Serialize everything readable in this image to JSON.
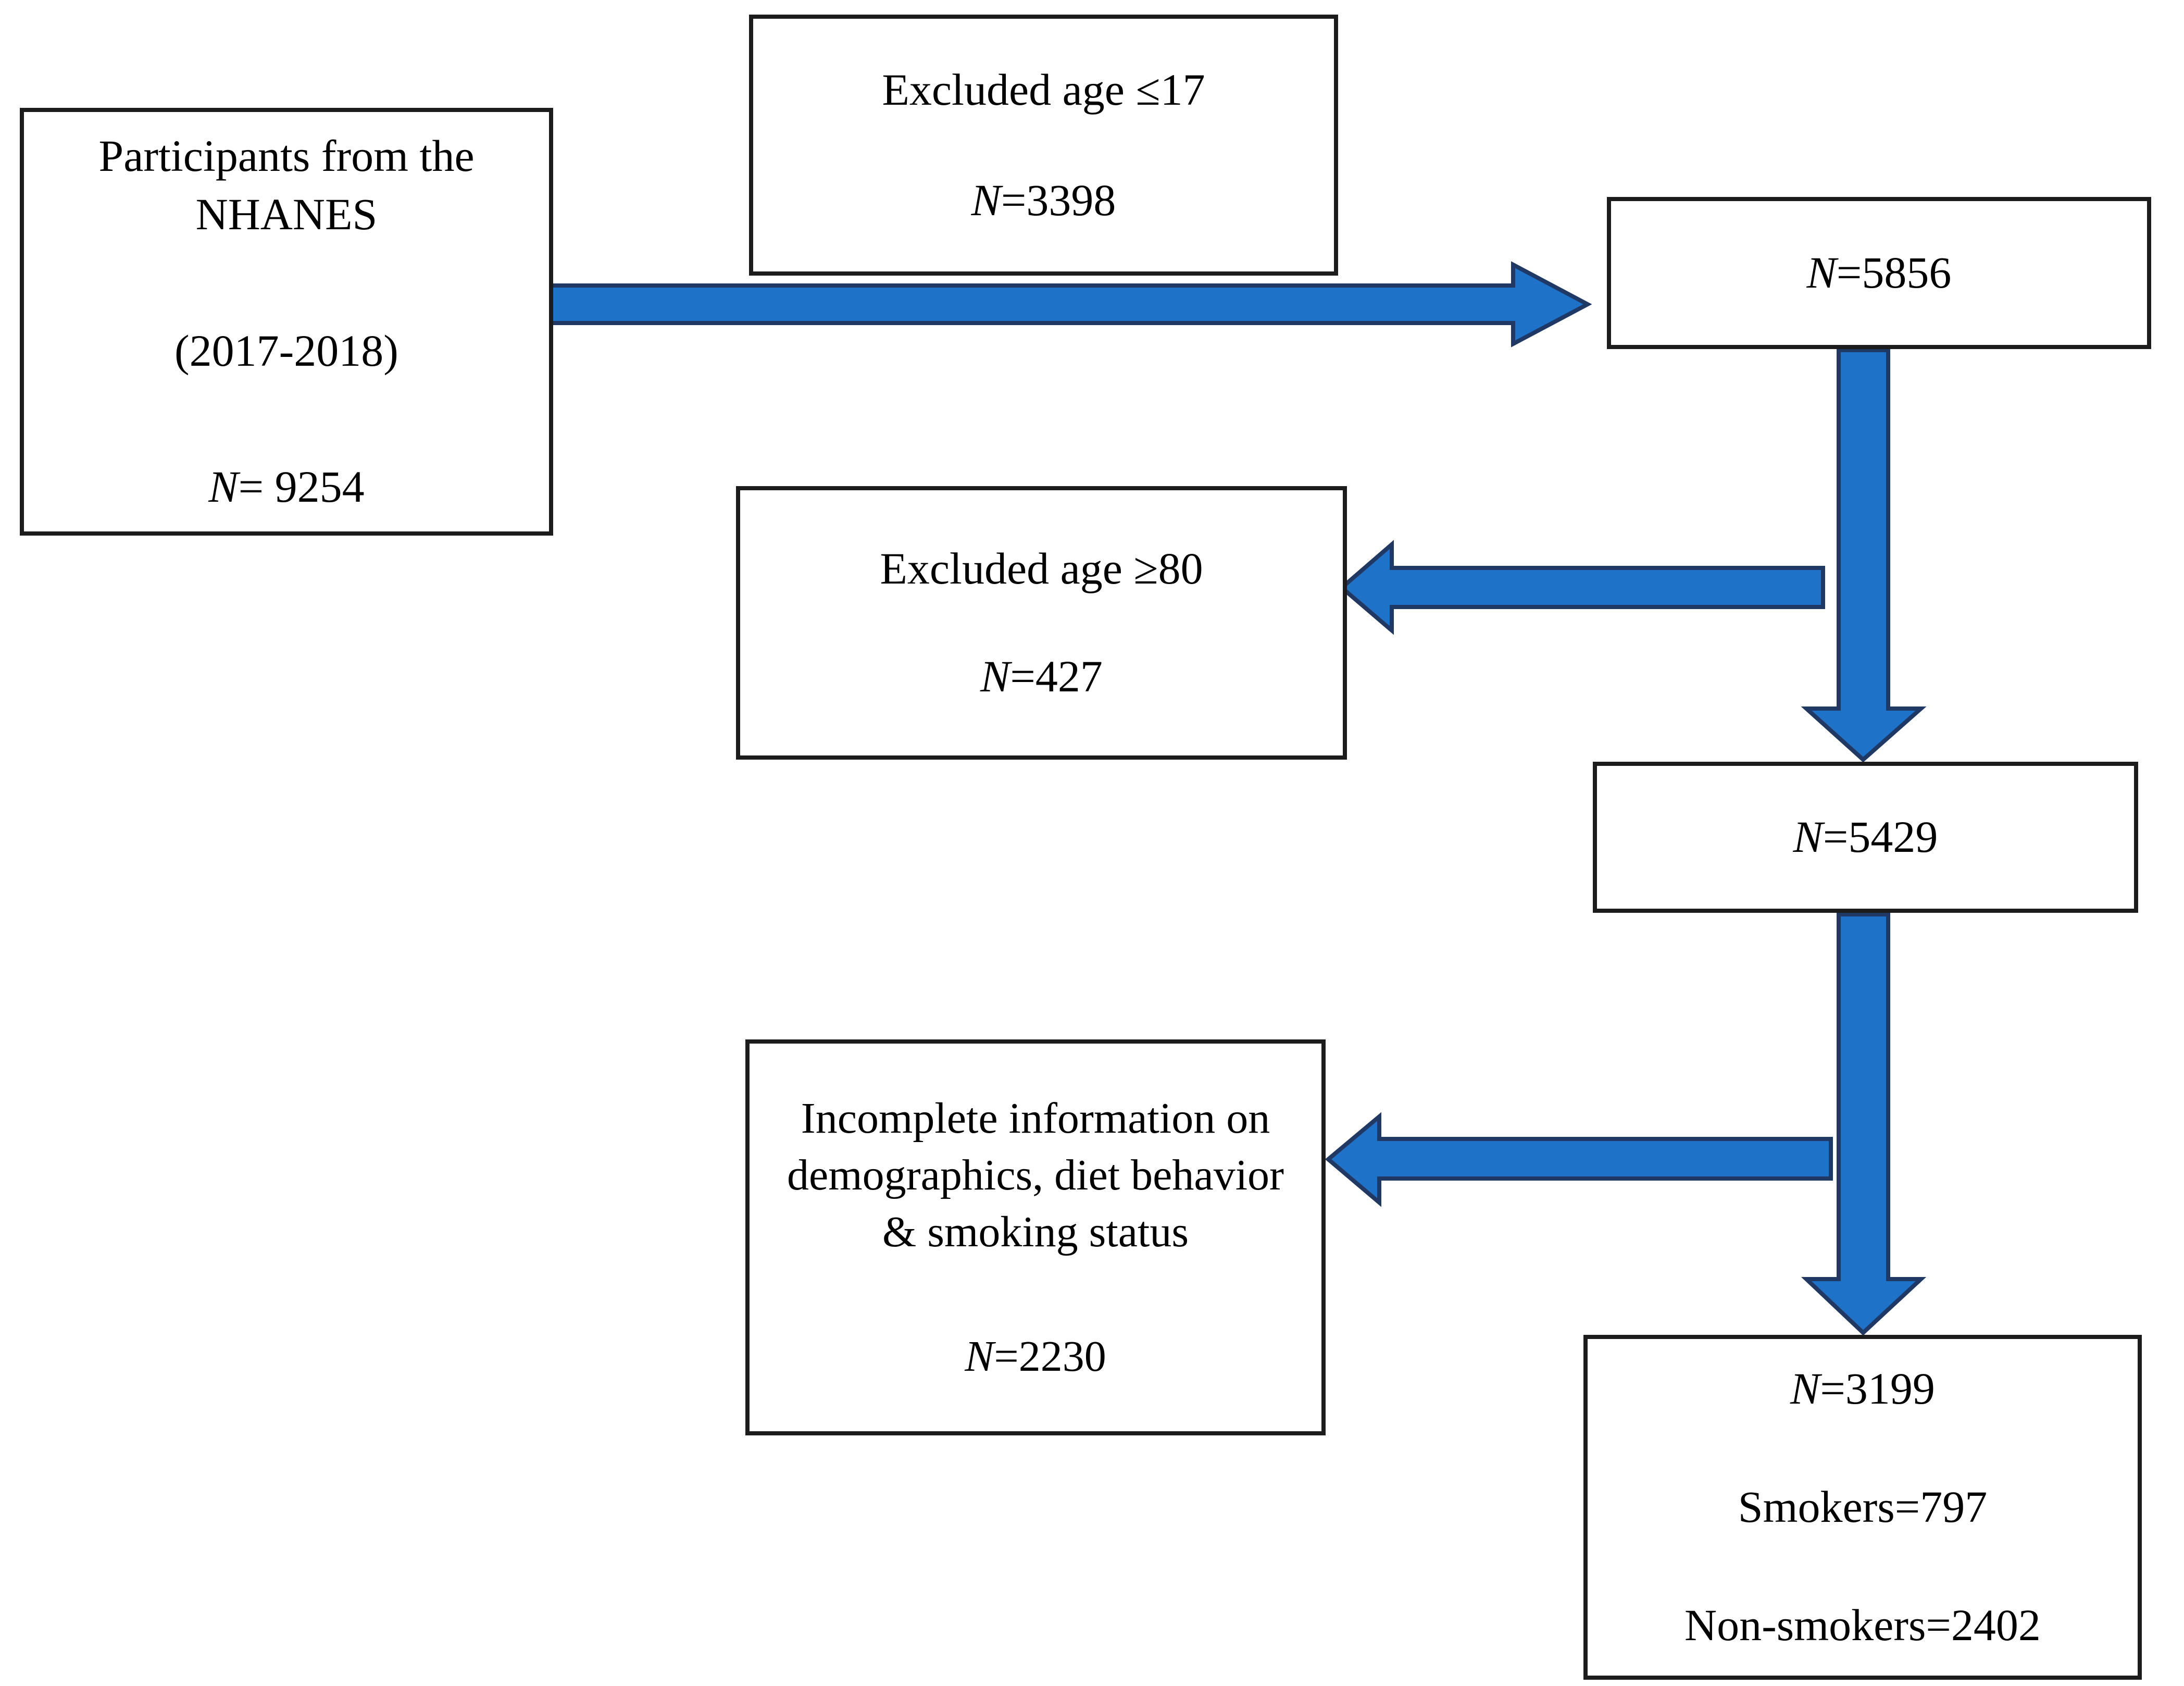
{
  "style": {
    "background": "#ffffff",
    "box_border_color": "#1c1c1c",
    "arrow_fill": "#1e73c8",
    "arrow_stroke": "#1f3864",
    "text_color": "#000000"
  },
  "boxes": {
    "source": {
      "line1": "Participants from the",
      "line2": "NHANES",
      "line3": "(2017-2018)",
      "n_italic": "N",
      "n_text": "= 9254"
    },
    "excluded_age_le17": {
      "line1": "Excluded age ≤17",
      "n_italic": "N",
      "n_text": "=3398"
    },
    "n5856": {
      "n_italic": "N",
      "n_text": "=5856"
    },
    "excluded_age_ge80": {
      "line1": "Excluded age ≥80",
      "n_italic": "N",
      "n_text": "=427"
    },
    "n5429": {
      "n_italic": "N",
      "n_text": "=5429"
    },
    "incomplete_info": {
      "line1": "Incomplete information on",
      "line2": "demographics, diet behavior",
      "line3": "& smoking status",
      "n_italic": "N",
      "n_text": "=2230"
    },
    "final_sample": {
      "n_italic": "N",
      "n_text": "=3199",
      "smokers": "Smokers=797",
      "non_smokers": "Non-smokers=2402"
    }
  }
}
